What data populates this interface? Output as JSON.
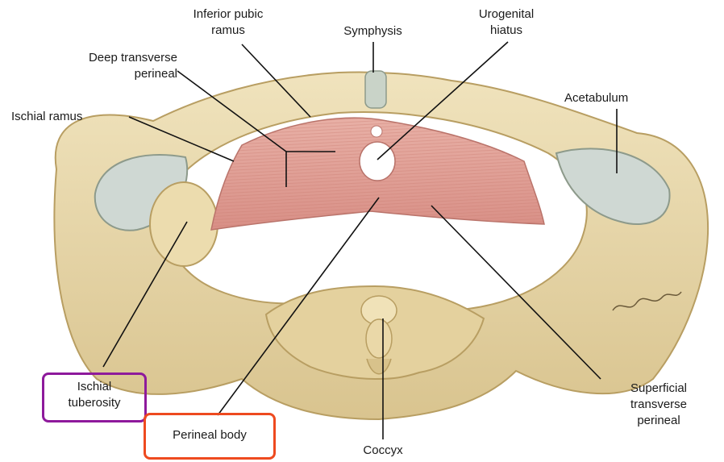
{
  "labels": {
    "inferior_pubic_ramus": [
      "Inferior pubic",
      "ramus"
    ],
    "symphysis": "Symphysis",
    "urogenital_hiatus": [
      "Urogenital",
      "hiatus"
    ],
    "deep_transverse_perineal": [
      "Deep transverse",
      "perineal"
    ],
    "acetabulum": "Acetabulum",
    "ischial_ramus": "Ischial ramus",
    "ischial_tuberosity": [
      "Ischial",
      "tuberosity"
    ],
    "perineal_body": "Perineal body",
    "coccyx": "Coccyx",
    "superficial_transverse_perineal": [
      "Superficial",
      "transverse",
      "perineal"
    ]
  },
  "highlights": {
    "ischial_tuberosity_color": "#8e1a9c",
    "perineal_body_color": "#ee4a1f"
  },
  "colors": {
    "bone": "#e9d9ad",
    "bone_shadow": "#c9b37a",
    "muscle": "#e2a39a",
    "cartilage": "#c9d3c8"
  }
}
